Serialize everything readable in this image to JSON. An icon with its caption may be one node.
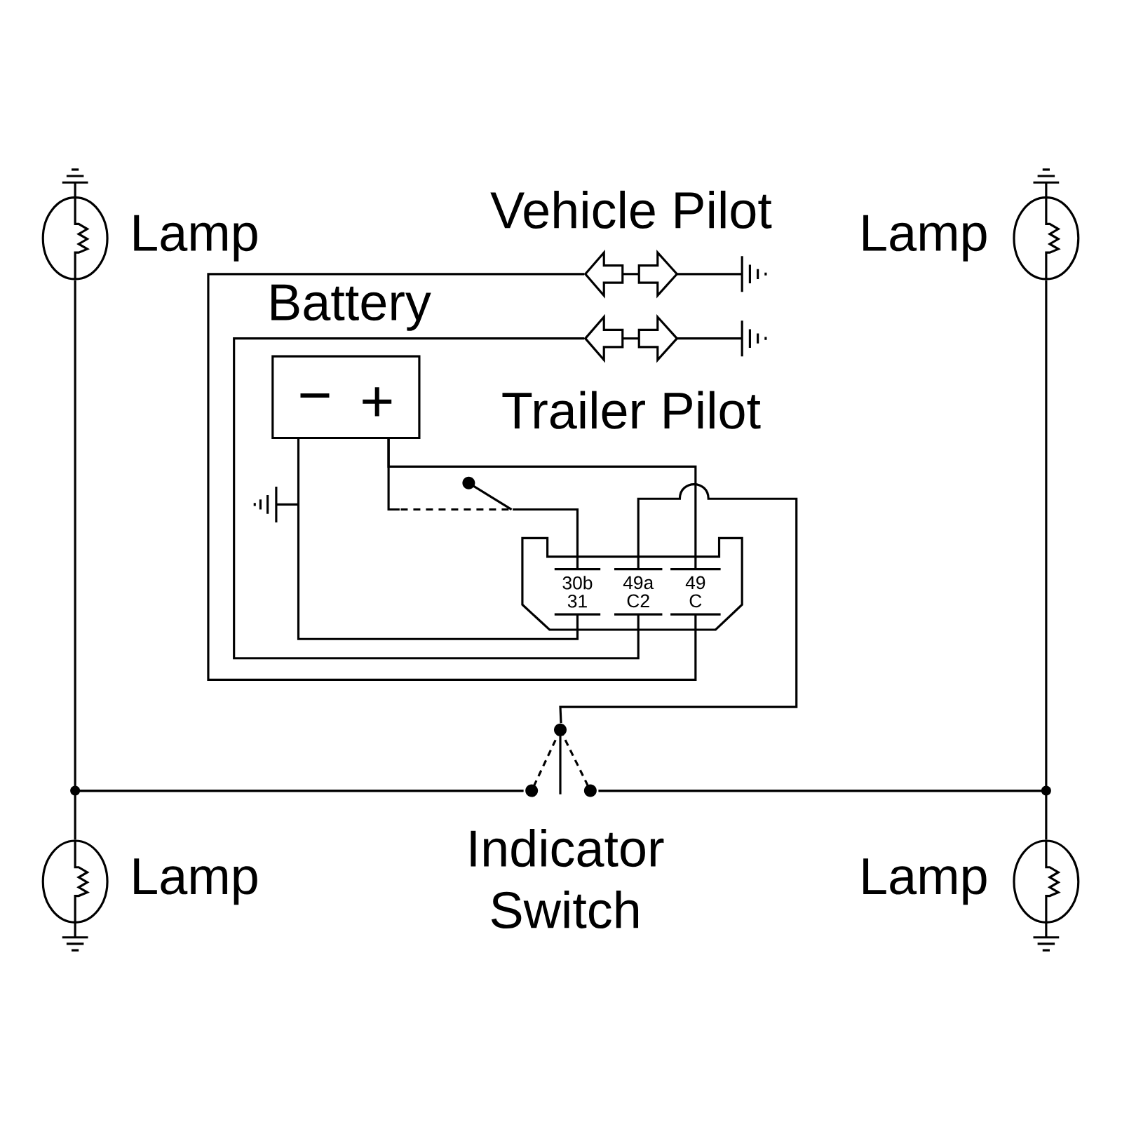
{
  "diagram": {
    "nodes": [
      {
        "text": [
          "Lamp"
        ]
      },
      {
        "text": [
          "Lamp"
        ]
      },
      {
        "text": [
          "Lamp"
        ]
      },
      {
        "text": [
          "Lamp"
        ]
      },
      {
        "text": [
          "Battery",
          "−",
          "+"
        ]
      },
      {
        "text": [
          "Vehicle Pilot"
        ]
      },
      {
        "text": [
          "Trailer Pilot"
        ]
      },
      {
        "text": [],
        "shape": "box"
      },
      {
        "text": [
          "30b 31"
        ],
        "in": 7
      },
      {
        "text": [
          "49a C2"
        ],
        "in": 7
      },
      {
        "text": [
          "49 C"
        ],
        "in": 7
      },
      {
        "text": [
          "Indicator Switch"
        ]
      },
      {
        "text": [],
        "shape": "switch"
      }
    ],
    "edges": [
      {
        "from": 0,
        "to": 11,
        "arrow": "none"
      },
      {
        "from": 2,
        "to": 11,
        "arrow": "none"
      },
      {
        "from": 1,
        "to": 11,
        "arrow": "none"
      },
      {
        "from": 3,
        "to": 11,
        "arrow": "none"
      },
      {
        "from": 4,
        "to": 8,
        "arrow": "none"
      },
      {
        "from": 4,
        "to": 12,
        "arrow": "none"
      },
      {
        "from": 12,
        "to": 8,
        "arrow": "none"
      },
      {
        "from": 4,
        "to": 10,
        "arrow": "none"
      },
      {
        "from": 11,
        "to": 9,
        "arrow": "none"
      },
      {
        "from": 9,
        "to": 6,
        "arrow": "none"
      },
      {
        "from": 10,
        "to": 5,
        "arrow": "none"
      }
    ]
  }
}
